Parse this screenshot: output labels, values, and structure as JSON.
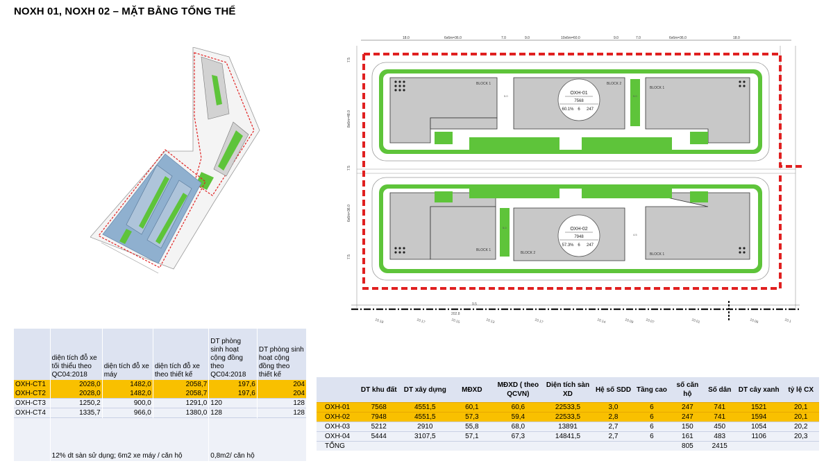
{
  "title": "NOXH 01, NOXH 02 – MẶT BẰNG TỔNG THỂ",
  "colors": {
    "green": "#5ec43a",
    "red_boundary": "#e02020",
    "block_gray": "#c8c8c8",
    "highlight": "#f9c000",
    "table_header": "#dde3f1",
    "table_row": "#eef1f8",
    "site_blue": "#8fb0cf"
  },
  "plan": {
    "dims_top": [
      "18.0",
      "6x6m=36.0",
      "7.0",
      "9.0",
      "10x6m=60.0",
      "9.0",
      "7.0",
      "6x6m=36.0",
      "18.0"
    ],
    "left_dims": [
      "7.5",
      "8x6m=48.0",
      "7.5",
      "6x6m=36.0",
      "7.5"
    ],
    "block_labels": [
      "BLOCK 1",
      "BLOCK 2",
      "BLOCK 1",
      "BLOCK 1",
      "BLOCK 2",
      "BLOCK 1"
    ],
    "lot1": {
      "name": "OXH-01",
      "area": "7568",
      "density": "60.1%",
      "floors": "6",
      "units": "247"
    },
    "lot2": {
      "name": "OXH-02",
      "area": "7948",
      "density": "57.3%",
      "floors": "6",
      "units": "247"
    },
    "road_levels": [
      "10.18",
      "10.17",
      "10.15",
      "10.13",
      "10.17",
      "10.14",
      "10.09",
      "10.07",
      "10.01",
      "10.06",
      "10.1"
    ],
    "small_values": [
      "5.0",
      "5.0",
      "5.0",
      "4.5",
      "202.8",
      "9.5"
    ]
  },
  "table1": {
    "headers": [
      "",
      "diện tích đỗ xe tối thiểu theo QC04:2018",
      "diện tích đỗ xe máy",
      "diện tích đỗ xe theo thiết kế",
      "DT phòng sinh hoạt cộng đồng theo QC04:2018",
      "DT phòng sinh hoạt cộng đồng theo thiết kế"
    ],
    "rows": [
      [
        "OXH-CT1",
        "2028,0",
        "1482,0",
        "2058,7",
        "197,6",
        "204"
      ],
      [
        "OXH-CT2",
        "2028,0",
        "1482,0",
        "2058,7",
        "197,6",
        "204"
      ],
      [
        "OXH-CT3",
        "1250,2",
        "900,0",
        "1291,0",
        "120",
        "128"
      ],
      [
        "OXH-CT4",
        "1335,7",
        "966,0",
        "1380,0",
        "128",
        "128"
      ]
    ],
    "note_left": "12% dt sàn sử dụng; 6m2 xe máy / căn hộ",
    "note_right": "0,8m2/ căn hộ"
  },
  "table2": {
    "headers": [
      "",
      "DT khu đất",
      "DT xây dựng",
      "MĐXD",
      "MĐXD ( theo QCVN)",
      "Diện tích sàn XD",
      "Hệ số SDD",
      "Tầng cao",
      "số căn hộ",
      "Số dân",
      "DT cây xanh",
      "tỷ lệ CX"
    ],
    "rows": [
      [
        "OXH-01",
        "7568",
        "4551,5",
        "60,1",
        "60,6",
        "22533,5",
        "3,0",
        "6",
        "247",
        "741",
        "1521",
        "20,1"
      ],
      [
        "OXH-02",
        "7948",
        "4551,5",
        "57,3",
        "59,4",
        "22533,5",
        "2,8",
        "6",
        "247",
        "741",
        "1594",
        "20,1"
      ],
      [
        "OXH-03",
        "5212",
        "2910",
        "55,8",
        "68,0",
        "13891",
        "2,7",
        "6",
        "150",
        "450",
        "1054",
        "20,2"
      ],
      [
        "OXH-04",
        "5444",
        "3107,5",
        "57,1",
        "67,3",
        "14841,5",
        "2,7",
        "6",
        "161",
        "483",
        "1106",
        "20,3"
      ],
      [
        "TỔNG",
        "",
        "",
        "",
        "",
        "",
        "",
        "",
        "805",
        "2415",
        "",
        ""
      ]
    ]
  }
}
